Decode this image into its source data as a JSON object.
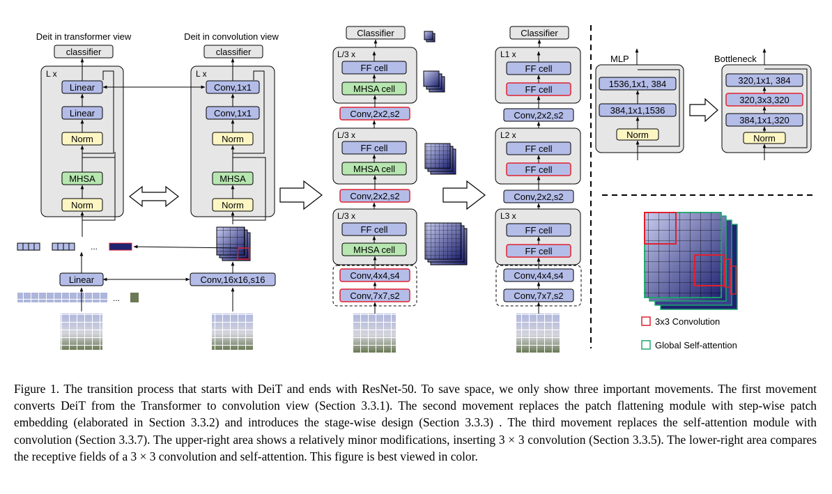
{
  "panel1": {
    "title": "Deit in transformer view",
    "classifier": "classifier",
    "repeat": "L x",
    "linear_top": "Linear",
    "linear_mid": "Linear",
    "norm_top": "Norm",
    "mhsa": "MHSA",
    "norm_bottom": "Norm",
    "ellipsis": "...",
    "embed_linear": "Linear"
  },
  "panel2": {
    "title": "Deit in convolution view",
    "classifier": "classifier",
    "repeat": "L x",
    "conv_top": "Conv,1x1",
    "conv_mid": "Conv,1x1",
    "norm_top": "Norm",
    "mhsa": "MHSA",
    "norm_bottom": "Norm",
    "embed_conv": "Conv,16x16,s16"
  },
  "panel3": {
    "classifier": "Classifier",
    "stage1": {
      "repeat": "L/3 x",
      "ff": "FF cell",
      "mhsa": "MHSA cell"
    },
    "down1": "Conv,2x2,s2",
    "stage2": {
      "repeat": "L/3 x",
      "ff": "FF cell",
      "mhsa": "MHSA cell"
    },
    "down2": "Conv,2x2,s2",
    "stage3": {
      "repeat": "L/3 x",
      "ff": "FF cell",
      "mhsa": "MHSA cell"
    },
    "stem1": "Conv,4x4,s4",
    "stem2": "Conv,7x7,s2"
  },
  "panel4": {
    "classifier": "Classifier",
    "stage1": {
      "repeat": "L1 x",
      "ff1": "FF cell",
      "ff2": "FF cell"
    },
    "down1": "Conv,2x2,s2",
    "stage2": {
      "repeat": "L2 x",
      "ff1": "FF cell",
      "ff2": "FF cell"
    },
    "down2": "Conv,2x2,s2",
    "stage3": {
      "repeat": "L3 x",
      "ff1": "FF cell",
      "ff2": "FF cell"
    },
    "stem1": "Conv,4x4,s4",
    "stem2": "Conv,7x7,s2"
  },
  "mlp": {
    "title": "MLP",
    "top": "1536,1x1, 384",
    "mid": "384,1x1,1536",
    "norm": "Norm"
  },
  "bottleneck": {
    "title": "Bottleneck",
    "top": "320,1x1, 384",
    "mid": "320,3x3,320",
    "bottom": "384,1x1,320",
    "norm": "Norm"
  },
  "legend": {
    "conv": "3x3 Convolution",
    "attn": "Global Self-attention"
  },
  "caption": "Figure 1. The transition process that starts with DeiT and ends with ResNet-50. To save space, we only show three important movements. The first movement converts DeiT from the Transformer to convolution view (Section 3.3.1). The second movement replaces the patch flattening module with step-wise patch embedding (elaborated in Section 3.3.2) and introduces the stage-wise design (Section 3.3.3) . The third movement replaces the self-attention module with convolution (Section 3.3.7). The upper-right area shows a relatively minor modifications, inserting 3 × 3 convolution (Section 3.3.5). The lower-right area compares the receptive fields of a 3 × 3 convolution and self-attention. This figure is best viewed in color.",
  "colors": {
    "block_blue": "#b4bde8",
    "block_green": "#b7e6b0",
    "block_yellow": "#fdf6c3",
    "container": "#e6e6e6",
    "red": "#e0202e",
    "green": "#1aa86b",
    "navy": "#1f2370"
  }
}
